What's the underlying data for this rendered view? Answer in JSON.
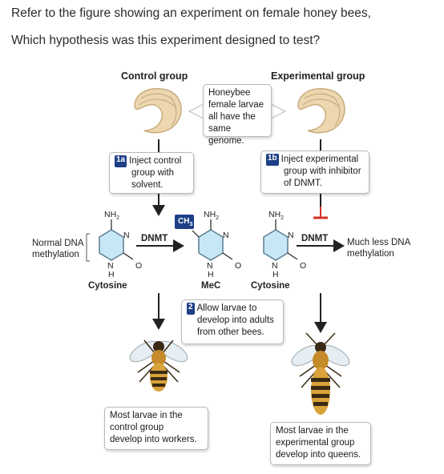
{
  "question": {
    "line1": "Refer to the figure showing an experiment on female honey bees,",
    "line2": "Which hypothesis was this experiment designed to test?"
  },
  "figure": {
    "control_header": "Control group",
    "experimental_header": "Experimental group",
    "genome_box": [
      "Honeybee",
      "female larvae",
      "all have the",
      "same genome."
    ],
    "step1a": {
      "tag": "1a",
      "lines": [
        "Inject control",
        "group with",
        "solvent."
      ]
    },
    "step1b": {
      "tag": "1b",
      "lines": [
        "Inject experimental",
        "group with inhibitor",
        "of DNMT."
      ]
    },
    "normal_label": [
      "Normal DNA",
      "methylation"
    ],
    "less_label": [
      "Much less DNA",
      "methylation"
    ],
    "enzyme": "DNMT",
    "methyl": "CH3",
    "amine": "NH2",
    "nitrogen": "N",
    "oxygen": "O",
    "hydrogen": "H",
    "cytosine": "Cytosine",
    "mec": "MeC",
    "step2": {
      "tag": "2",
      "lines": [
        "Allow larvae to",
        "develop into adults",
        "from other bees."
      ]
    },
    "control_result": [
      "Most larvae in the",
      "control group",
      "develop into workers."
    ],
    "experimental_result": [
      "Most larvae in the",
      "experimental group",
      "develop into queens."
    ]
  },
  "colors": {
    "ring": "#c7e7f6",
    "ring_stroke": "#5a7d8e",
    "tag": "#1d3f86",
    "inhibit": "#d6332b",
    "larva": "#ecd7b0"
  }
}
